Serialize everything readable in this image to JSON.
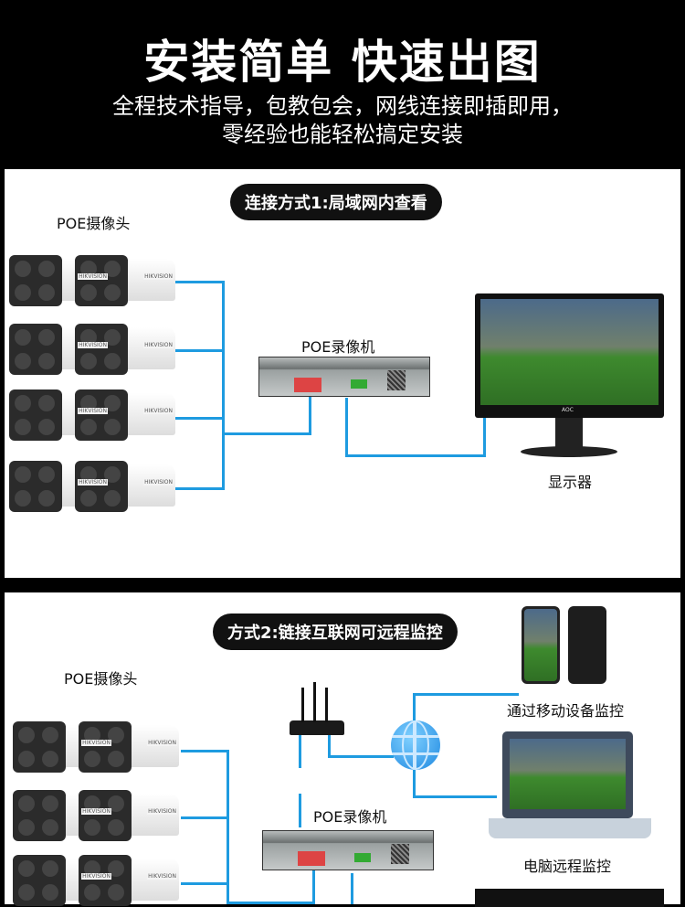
{
  "header": {
    "title": "安装简单 快速出图",
    "subtitle_line1": "全程技术指导，包教包会，网线连接即插即用，",
    "subtitle_line2": "零经验也能轻松搞定安装"
  },
  "method1": {
    "badge": "连接方式1:局域网内查看",
    "camera_label": "POE摄像头",
    "nvr_label": "POE录像机",
    "monitor_label": "显示器",
    "monitor_brand": "AOC"
  },
  "method2": {
    "badge": "方式2:链接互联网可远程监控",
    "camera_label": "POE摄像头",
    "nvr_label": "POE录像机",
    "mobile_label": "通过移动设备监控",
    "pc_label": "电脑远程监控"
  },
  "camera_brand": "HIKVISION",
  "colors": {
    "cable": "#1e9be0",
    "background": "#000000",
    "panel": "#ffffff"
  }
}
